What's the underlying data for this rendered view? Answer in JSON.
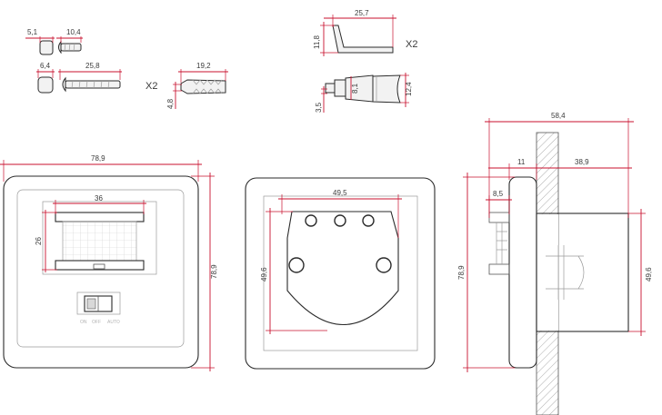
{
  "hardware": {
    "small_screw": {
      "head_width": "5,1",
      "length": "10,4"
    },
    "long_screw": {
      "head_width": "6,4",
      "length": "25,8"
    },
    "wall_plug": {
      "length": "19,2",
      "diameter": "4,8"
    },
    "screws_qty": "X2",
    "bracket": {
      "width": "25,7",
      "height": "11,8"
    },
    "bracket_qty": "X2",
    "clip": {
      "pin_height": "3,5",
      "body_height": "8,1",
      "end_height": "12,4"
    }
  },
  "front_view": {
    "width": "78,9",
    "height": "78,9",
    "sensor_width": "36",
    "sensor_height": "26",
    "switch_labels": [
      "ON",
      "OFF",
      "AUTO"
    ]
  },
  "back_view": {
    "box_width": "49,5",
    "box_height": "49,6"
  },
  "side_view": {
    "total_depth": "58,4",
    "plate_depth": "11",
    "box_depth": "38,9",
    "lens_depth": "8,5",
    "height": "78,9",
    "box_height": "49,6"
  }
}
